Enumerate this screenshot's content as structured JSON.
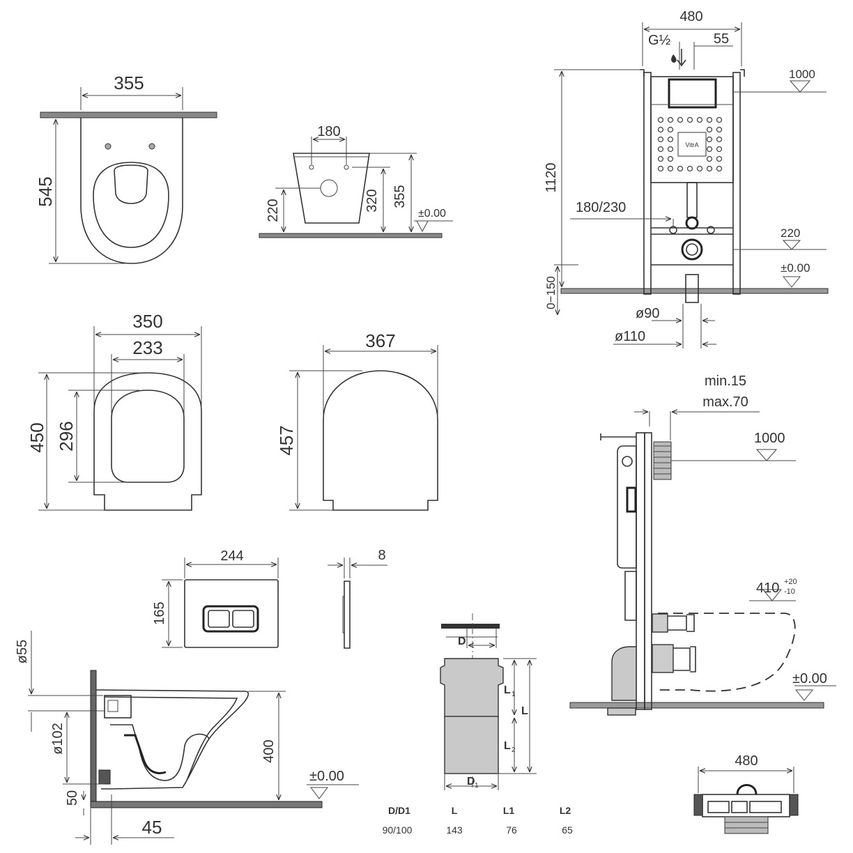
{
  "pan_top": {
    "width": "355",
    "length": "545"
  },
  "pan_front": {
    "fix_spacing": "180",
    "h220": "220",
    "h320": "320",
    "h355": "355",
    "ground": "±0.00"
  },
  "frame_front": {
    "width": "480",
    "inlet": "G½",
    "offset": "55",
    "h1120": "1120",
    "level1000": "1000",
    "spacing": "180/230",
    "level220": "220",
    "ground": "±0.00",
    "floor": "0−150",
    "d90": "ø90",
    "d110": "ø110",
    "logo": "VitrA"
  },
  "seat_top": {
    "width": "350",
    "inner_width": "233",
    "length": "450",
    "inner_length": "296"
  },
  "lid": {
    "width": "367",
    "length": "457"
  },
  "flush_plate": {
    "width": "244",
    "height": "165",
    "thickness": "8"
  },
  "frame_side": {
    "wall_min": "min.15",
    "wall_max": "max.70",
    "level1000": "1000",
    "level410": "410",
    "tol_plus": "+20",
    "tol_minus": "-10",
    "ground": "±0.00"
  },
  "pan_side": {
    "d55": "ø55",
    "d102": "ø102",
    "h50": "50",
    "h400": "400",
    "w45": "45",
    "ground": "±0.00"
  },
  "connector": {
    "D": "D",
    "L": "L",
    "L1": "L",
    "L1_sub": "1",
    "L2": "L",
    "L2_sub": "2",
    "D1": "D",
    "D1_sub": "1",
    "table_headers": [
      "D/D1",
      "L",
      "L1",
      "L2"
    ],
    "table_values": [
      "90/100",
      "143",
      "76",
      "65"
    ]
  },
  "frame_plan": {
    "width": "480"
  }
}
